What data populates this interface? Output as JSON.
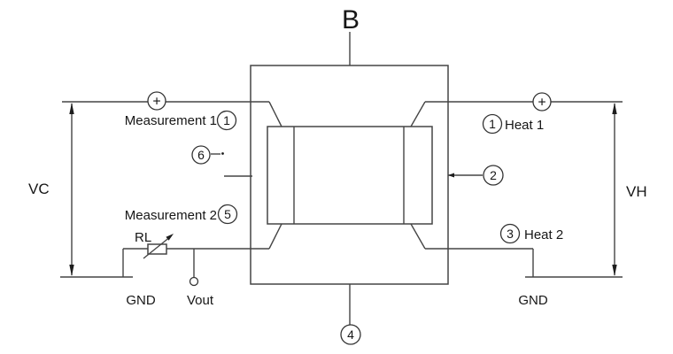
{
  "diagram": {
    "type": "thermal-sensor-wiring-schematic",
    "top_terminal_label": "B",
    "bottom_pin": "4",
    "left": {
      "voltage_label": "VC",
      "polarity": "+",
      "measurement1_label": "Measurement 1",
      "measurement1_pin": "1",
      "pin6": "6",
      "measurement2_label": "Measurement 2",
      "measurement2_pin": "5",
      "load_resistor_label": "RL",
      "ground_label": "GND",
      "output_label": "Vout"
    },
    "right": {
      "voltage_label": "VH",
      "polarity": "+",
      "heat1_pin": "1",
      "heat1_label": "Heat 1",
      "pin2": "2",
      "heat2_pin": "3",
      "heat2_label": "Heat 2",
      "ground_label": "GND"
    },
    "colors": {
      "line": "#454545",
      "text": "#161616",
      "background": "#ffffff"
    }
  }
}
